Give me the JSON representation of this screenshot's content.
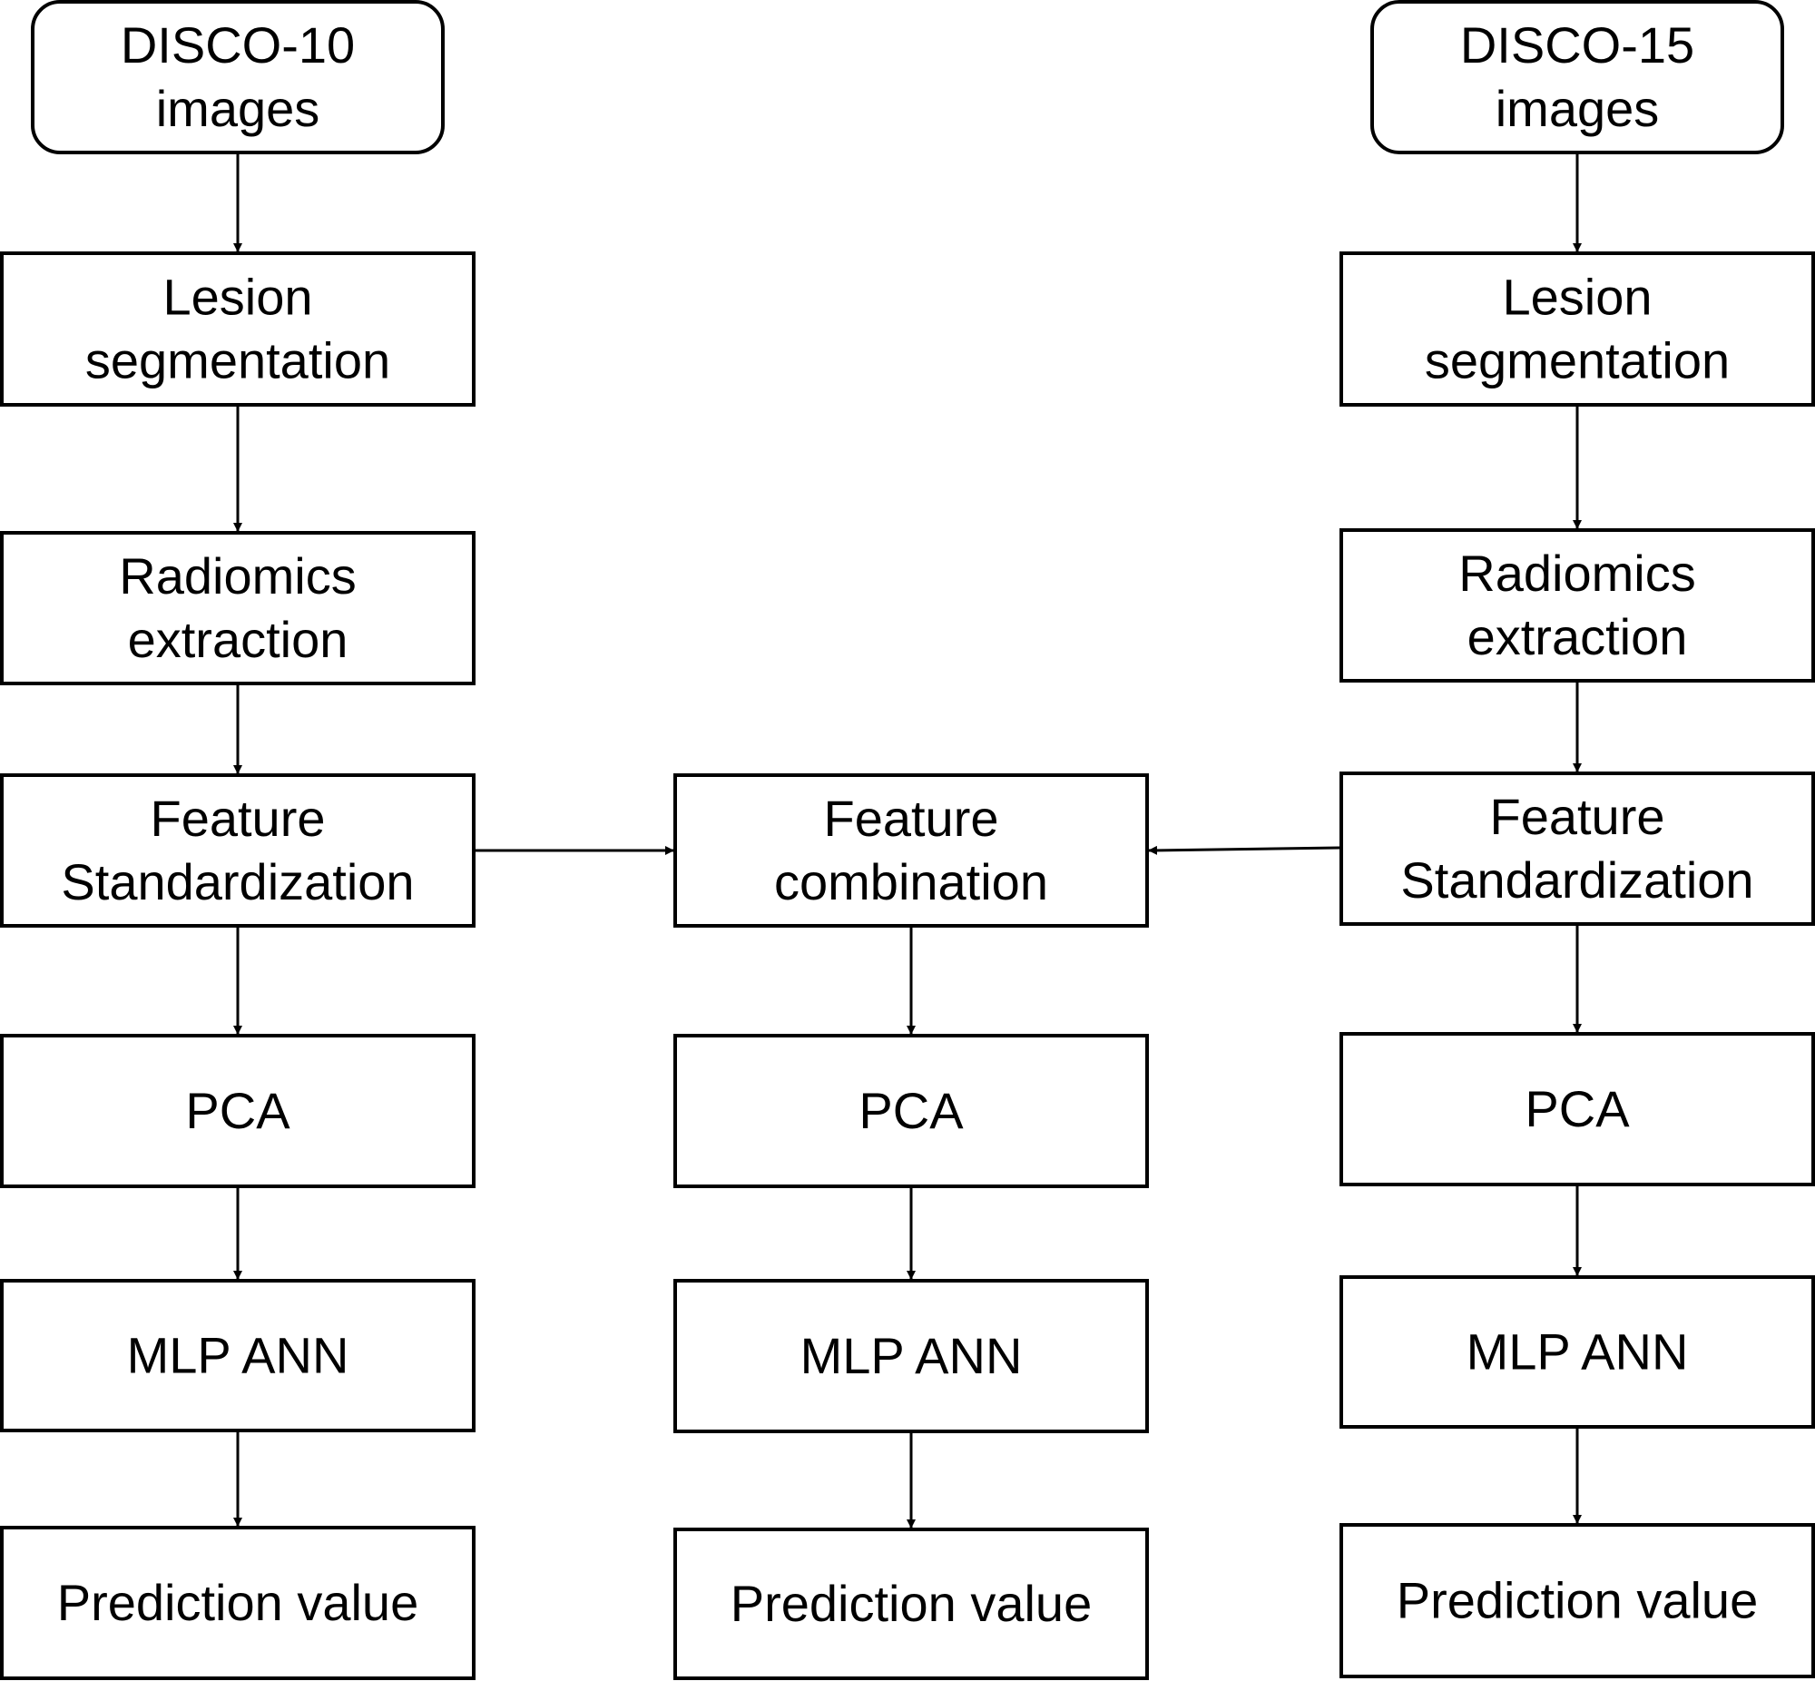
{
  "nodes": {
    "disco10": [
      "DISCO-10",
      "images"
    ],
    "disco15": [
      "DISCO-15",
      "images"
    ],
    "seg_left": [
      "Lesion",
      "segmentation"
    ],
    "seg_right": [
      "Lesion",
      "segmentation"
    ],
    "rad_left": [
      "Radiomics",
      "extraction"
    ],
    "rad_right": [
      "Radiomics",
      "extraction"
    ],
    "std_left": [
      "Feature",
      "Standardization"
    ],
    "std_right": [
      "Feature",
      "Standardization"
    ],
    "combo": [
      "Feature",
      "combination"
    ],
    "pca_left": [
      "PCA"
    ],
    "pca_mid": [
      "PCA"
    ],
    "pca_right": [
      "PCA"
    ],
    "mlp_left": [
      "MLP ANN"
    ],
    "mlp_mid": [
      "MLP ANN"
    ],
    "mlp_right": [
      "MLP ANN"
    ],
    "pred_left": [
      "Prediction value"
    ],
    "pred_mid": [
      "Prediction value"
    ],
    "pred_right": [
      "Prediction value"
    ]
  },
  "colors": {
    "stroke": "#000000",
    "background": "#ffffff",
    "text": "#000000"
  }
}
